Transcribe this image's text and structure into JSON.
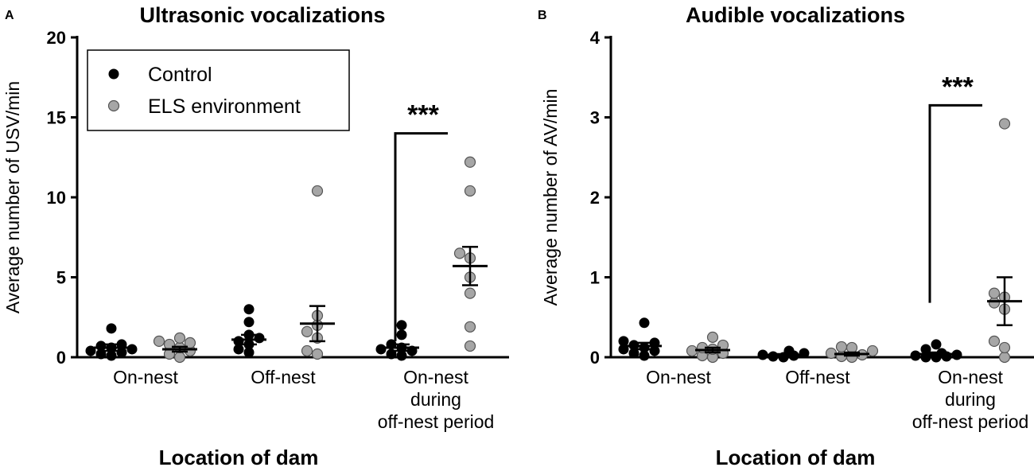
{
  "colors": {
    "control": "#000000",
    "els": "#a6a6a6",
    "els_stroke": "#555555"
  },
  "legend": {
    "control": "Control",
    "els": "ELS environment"
  },
  "chart_data": [
    {
      "type": "scatter",
      "panel": "A",
      "title": "Ultrasonic vocalizations",
      "xlabel": "Location of dam",
      "ylabel": "Average number of USV/min",
      "ylim": [
        0,
        20
      ],
      "yticks": [
        "0",
        "5",
        "10",
        "15",
        "20"
      ],
      "categories": [
        [
          "On-nest"
        ],
        [
          "Off-nest"
        ],
        [
          "On-nest",
          "during",
          "off-nest period"
        ]
      ],
      "series": [
        {
          "name": "Control",
          "values": [
            [
              0.1,
              0.2,
              0.3,
              0.4,
              0.5,
              0.6,
              0.7,
              0.8,
              1.8
            ],
            [
              0.3,
              0.5,
              0.8,
              1.0,
              1.2,
              1.4,
              2.2,
              3.0
            ],
            [
              0.1,
              0.2,
              0.4,
              0.5,
              0.6,
              0.8,
              1.4,
              2.0
            ]
          ],
          "mean": [
            0.6,
            1.1,
            0.6
          ],
          "sem": [
            0.2,
            0.3,
            0.2
          ]
        },
        {
          "name": "ELS environment",
          "values": [
            [
              0.0,
              0.2,
              0.4,
              0.6,
              0.8,
              0.9,
              1.0,
              1.2
            ],
            [
              0.2,
              0.4,
              1.2,
              1.6,
              2.0,
              2.6,
              10.4
            ],
            [
              0.7,
              1.9,
              4.0,
              5.0,
              6.2,
              6.5,
              10.4,
              12.2
            ]
          ],
          "mean": [
            0.5,
            2.1,
            5.7
          ],
          "sem": [
            0.15,
            1.1,
            1.2
          ]
        }
      ],
      "annotations": [
        {
          "text": "***",
          "category": 2,
          "bracket_y": [
            1.0,
            14.0
          ]
        }
      ]
    },
    {
      "type": "scatter",
      "panel": "B",
      "title": "Audible vocalizations",
      "xlabel": "Location of dam",
      "ylabel": "Average number of AV/min",
      "ylim": [
        0,
        4
      ],
      "yticks": [
        "0",
        "1",
        "2",
        "3",
        "4"
      ],
      "categories": [
        [
          "On-nest"
        ],
        [
          "Off-nest"
        ],
        [
          "On-nest",
          "during",
          "off-nest period"
        ]
      ],
      "series": [
        {
          "name": "Control",
          "values": [
            [
              0.02,
              0.05,
              0.08,
              0.1,
              0.12,
              0.15,
              0.18,
              0.2,
              0.43
            ],
            [
              0.0,
              0.01,
              0.02,
              0.03,
              0.05,
              0.07,
              0.08
            ],
            [
              0.0,
              0.0,
              0.01,
              0.02,
              0.03,
              0.05,
              0.1,
              0.16
            ]
          ],
          "mean": [
            0.14,
            0.03,
            0.04
          ],
          "sem": [
            0.04,
            0.01,
            0.02
          ]
        },
        {
          "name": "ELS environment",
          "values": [
            [
              0.0,
              0.02,
              0.05,
              0.08,
              0.1,
              0.12,
              0.15,
              0.25
            ],
            [
              0.0,
              0.01,
              0.03,
              0.05,
              0.08,
              0.12,
              0.13
            ],
            [
              0.0,
              0.12,
              0.2,
              0.6,
              0.68,
              0.75,
              0.8,
              2.92
            ]
          ],
          "mean": [
            0.09,
            0.04,
            0.7
          ],
          "sem": [
            0.03,
            0.02,
            0.3
          ]
        }
      ],
      "annotations": [
        {
          "text": "***",
          "category": 2,
          "bracket_y": [
            0.68,
            3.15
          ]
        }
      ]
    }
  ]
}
